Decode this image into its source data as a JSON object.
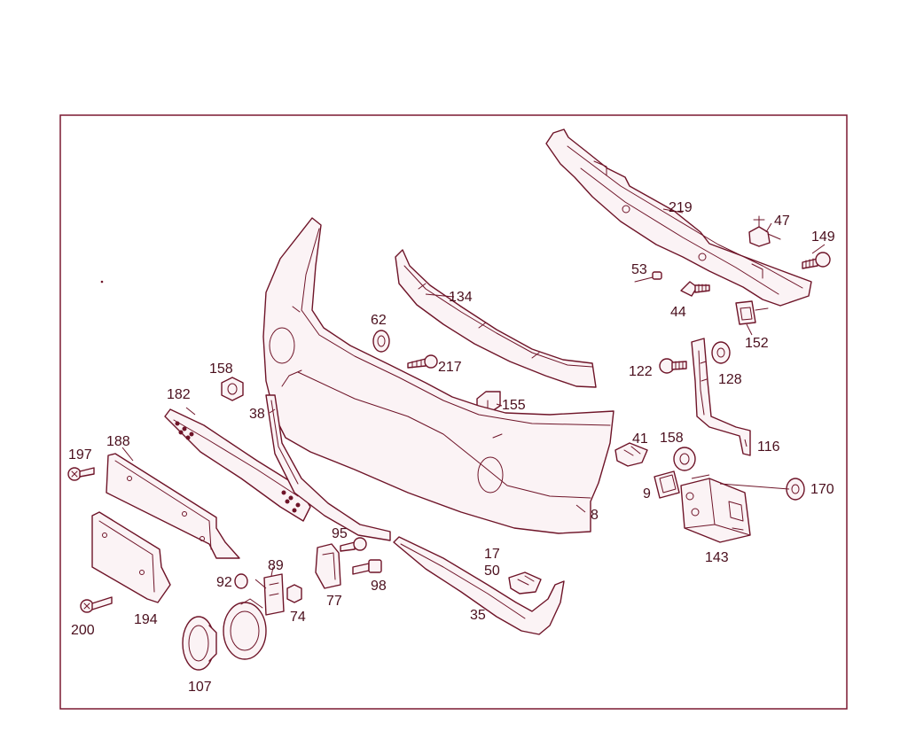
{
  "colors": {
    "line": "#6e1428",
    "frame": "#7a1830",
    "label": "#4a0f1d",
    "fill": "#fbf3f5"
  },
  "labels": {
    "p219": "219",
    "p47": "47",
    "p149": "149",
    "p53": "53",
    "p44": "44",
    "p152": "152",
    "p134": "134",
    "p62": "62",
    "p217": "217",
    "p122": "122",
    "p128": "128",
    "p155": "155",
    "p158a": "158",
    "p182": "182",
    "p38": "38",
    "p41": "41",
    "p158b": "158",
    "p116": "116",
    "p197": "197",
    "p188": "188",
    "p9": "9",
    "p170": "170",
    "p8": "8",
    "p143": "143",
    "p95": "95",
    "p17": "17",
    "p50": "50",
    "p89": "89",
    "p92": "92",
    "p98": "98",
    "p77": "77",
    "p74": "74",
    "p35": "35",
    "p194": "194",
    "p200": "200",
    "p107": "107"
  }
}
